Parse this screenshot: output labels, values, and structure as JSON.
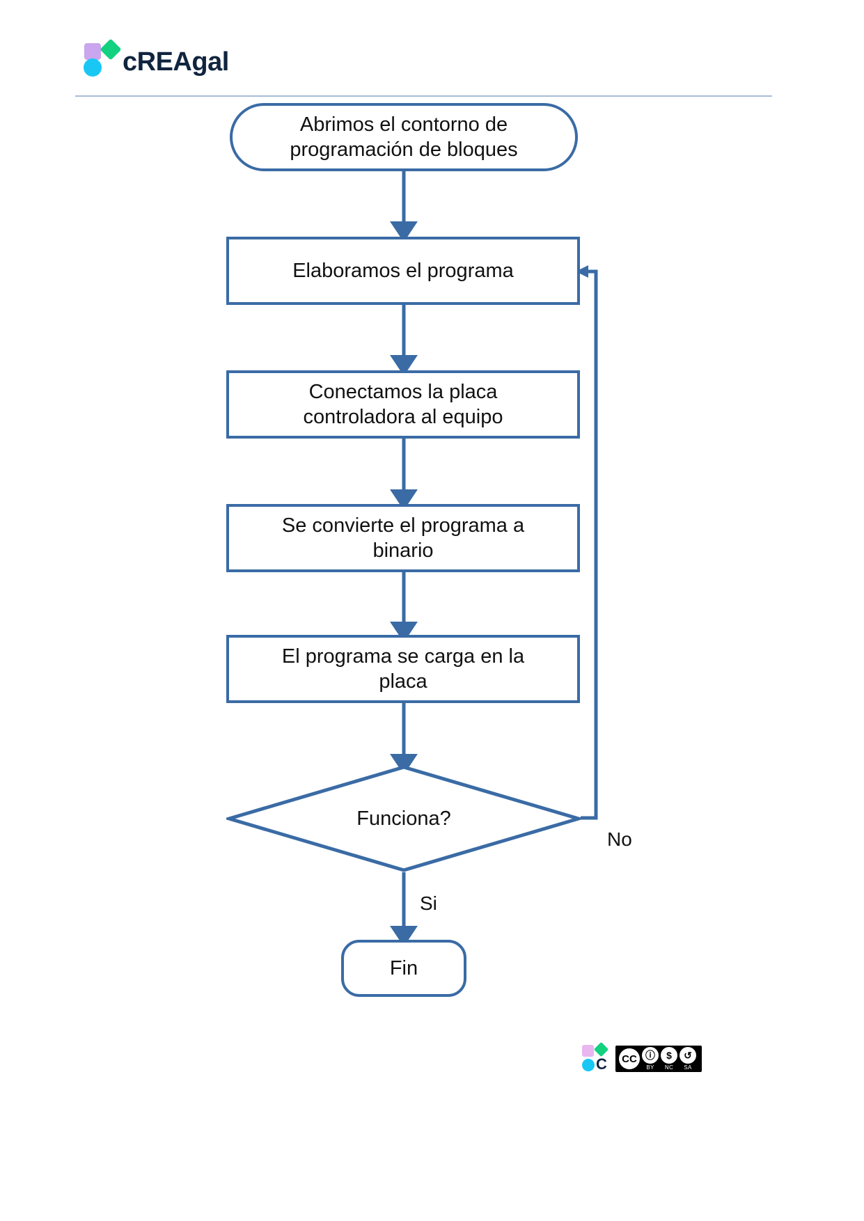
{
  "page": {
    "background": "#ffffff",
    "stroke_color": "#3a6ba5",
    "text_color": "#111111"
  },
  "header": {
    "logo_text": "cREAgal",
    "logo_shapes": {
      "square": "#c9a6ee",
      "diamond": "#13d17f",
      "circle": "#19c7f5"
    },
    "rule_color": "#a9bdd6"
  },
  "flowchart": {
    "type": "flowchart",
    "title": "",
    "nodes": [
      {
        "id": "n1",
        "shape": "terminal",
        "label": "Abrimos el  contorno de\nprogramación de bloques"
      },
      {
        "id": "n2",
        "shape": "process",
        "label": "Elaboramos el  programa"
      },
      {
        "id": "n3",
        "shape": "process",
        "label": "Conectamos la placa\ncontroladora al equipo"
      },
      {
        "id": "n4",
        "shape": "process",
        "label": "Se convierte el  programa a\nbinario"
      },
      {
        "id": "n5",
        "shape": "process",
        "label": "El  programa se carga en la\nplaca"
      },
      {
        "id": "n6",
        "shape": "decision",
        "label": "Funciona?"
      },
      {
        "id": "n7",
        "shape": "terminal",
        "label": "Fin"
      }
    ],
    "edges": [
      {
        "from": "n1",
        "to": "n2",
        "label": ""
      },
      {
        "from": "n2",
        "to": "n3",
        "label": ""
      },
      {
        "from": "n3",
        "to": "n4",
        "label": ""
      },
      {
        "from": "n4",
        "to": "n5",
        "label": ""
      },
      {
        "from": "n5",
        "to": "n6",
        "label": ""
      },
      {
        "from": "n6",
        "to": "n7",
        "label": "Si"
      },
      {
        "from": "n6",
        "to": "n2",
        "label": "No"
      }
    ],
    "edge_labels": {
      "no": "No",
      "si": "Si"
    }
  },
  "footer": {
    "license_marks": {
      "square": "#e9b6f0",
      "diamond": "#13d17f",
      "circle": "#19c7f5",
      "letter": "C"
    },
    "license": {
      "cc": "CC",
      "by_glyph": "\u0001",
      "items": [
        {
          "glyph": "i",
          "caption": "BY"
        },
        {
          "glyph": "$",
          "caption": "NC"
        },
        {
          "glyph": "↺",
          "caption": "SA"
        }
      ]
    }
  }
}
